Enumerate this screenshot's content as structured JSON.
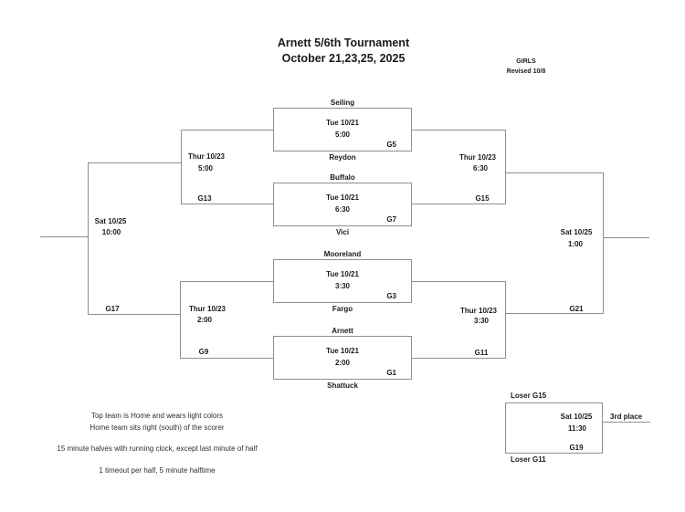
{
  "header": {
    "title": "Arnett 5/6th Tournament",
    "dates": "October 21,23,25, 2025",
    "division": "GIRLS",
    "revision": "Revised 10/8"
  },
  "colors": {
    "line": "#8f8f8f",
    "text": "#1a1a1a"
  },
  "bracket": {
    "round1": [
      {
        "id": "G5",
        "date": "Tue 10/21",
        "time": "5:00",
        "home": "Seiling",
        "away": "Reydon"
      },
      {
        "id": "G7",
        "date": "Tue 10/21",
        "time": "6:30",
        "home": "Buffalo",
        "away": "Vici"
      },
      {
        "id": "G3",
        "date": "Tue 10/21",
        "time": "3:30",
        "home": "Mooreland",
        "away": "Fargo"
      },
      {
        "id": "G1",
        "date": "Tue 10/21",
        "time": "2:00",
        "home": "Arnett",
        "away": "Shattuck"
      }
    ],
    "round2": {
      "g13": {
        "id": "G13",
        "date": "Thur 10/23",
        "time": "5:00"
      },
      "g9": {
        "id": "G9",
        "date": "Thur 10/23",
        "time": "2:00"
      },
      "g15": {
        "id": "G15",
        "date": "Thur 10/23",
        "time": "6:30"
      },
      "g11": {
        "id": "G11",
        "date": "Thur 10/23",
        "time": "3:30"
      }
    },
    "finals": {
      "g17": {
        "id": "G17",
        "date": "Sat 10/25",
        "time": "10:00"
      },
      "g21": {
        "id": "G21",
        "date": "Sat 10/25",
        "time": "1:00"
      }
    },
    "third_place": {
      "id": "G19",
      "date": "Sat 10/25",
      "time": "11:30",
      "home": "Loser G15",
      "away": "Loser G11",
      "label": "3rd place"
    }
  },
  "notes": [
    "Top team is Home and wears light colors",
    "Home team sits right (south) of the scorer",
    "15 minute halves with running clock, except last minute of half",
    "1 timeout per half, 5 minute halftime"
  ]
}
